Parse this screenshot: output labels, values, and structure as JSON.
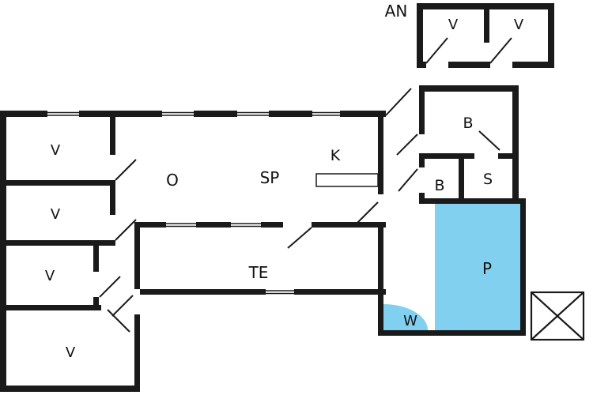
{
  "colors": {
    "wall": "#1a1a1a",
    "pool": "#82d0f0",
    "background": "#ffffff"
  },
  "rooms": {
    "annex": "AN",
    "annex_room_1": "V",
    "annex_room_2": "V",
    "bathroom_main": "B",
    "bathroom_small": "B",
    "sauna": "S",
    "kitchen": "K",
    "living_room": "O",
    "dining_room": "SP",
    "terrace": "TE",
    "bedroom_1": "V",
    "bedroom_2": "V",
    "bedroom_3": "V",
    "bedroom_4": "V",
    "pool": "P",
    "whirlpool": "W"
  }
}
